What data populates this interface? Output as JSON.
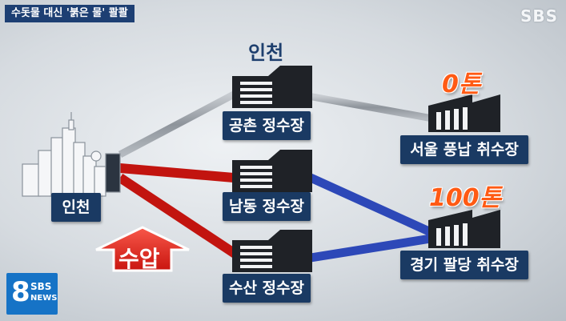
{
  "news_tag": "수돗물 대신 '붉은 물' 콸콸",
  "channel_logo": "SBS",
  "broadcast_badge": {
    "number": "8",
    "brand": "SBS",
    "sub": "NEWS"
  },
  "region_heading": "인천",
  "source_city_label": "인천",
  "plants": [
    {
      "label": "공촌 정수장"
    },
    {
      "label": "남동 정수장"
    },
    {
      "label": "수산 정수장"
    }
  ],
  "intakes": [
    {
      "label": "서울 풍납 취수장",
      "tons": "0톤"
    },
    {
      "label": "경기 팔당 취수장",
      "tons": "100톤"
    }
  ],
  "pressure_label": "수압",
  "colors": {
    "red_pipe": "#d8241c",
    "blue_pipe": "#2d48b8",
    "gray_pipe": "#9aa0a8",
    "navy": "#1a3a63",
    "accent_orange": "#ff5a14"
  }
}
